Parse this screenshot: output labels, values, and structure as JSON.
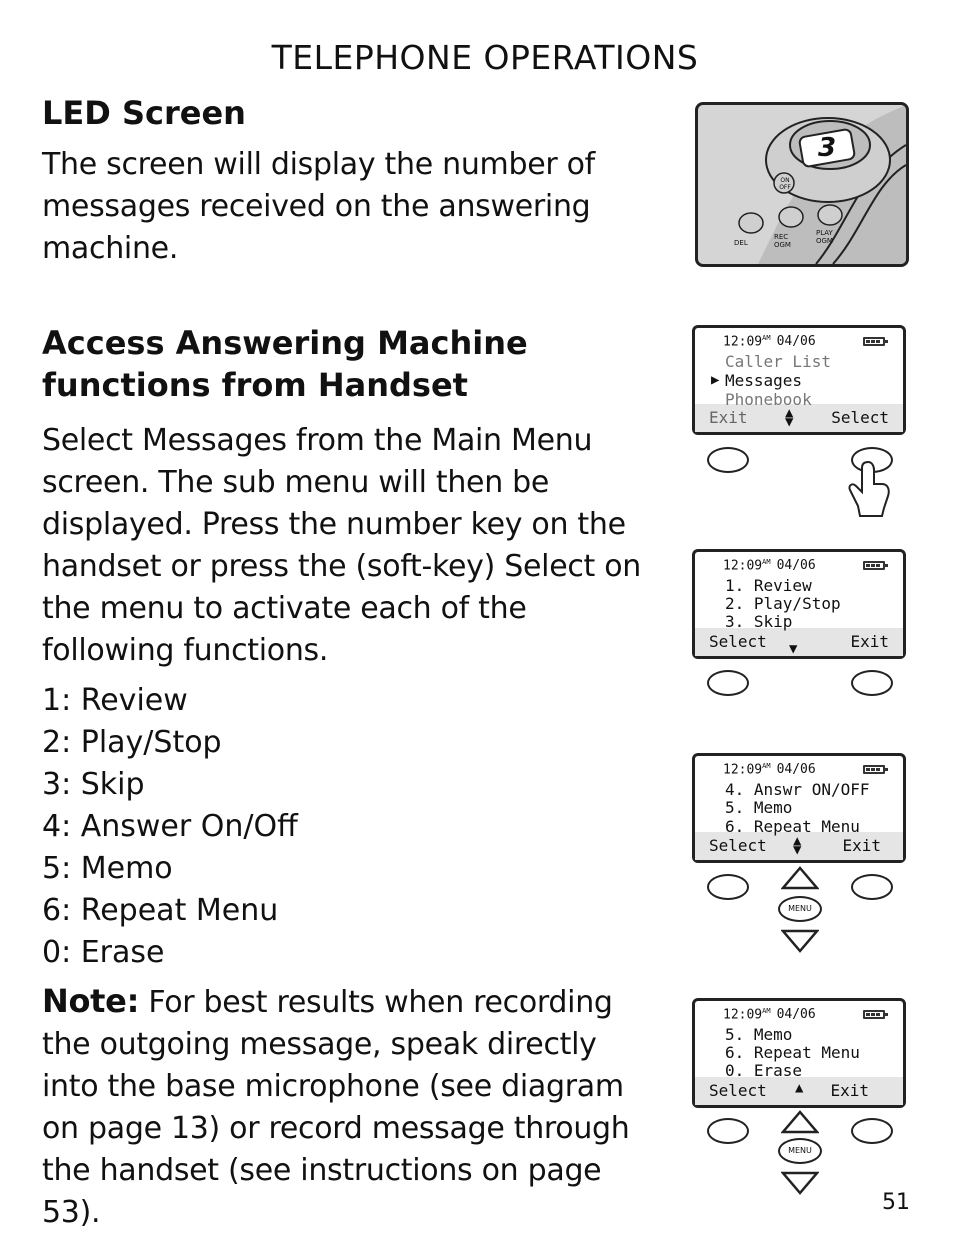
{
  "header": {
    "title": "TELEPHONE OPERATIONS"
  },
  "led_section": {
    "heading": "LED Screen",
    "body": "The screen will display the number of messages received on the answering machine."
  },
  "access_section": {
    "heading_line1": "Access Answering Machine",
    "heading_line2": "functions from Handset",
    "body": "Select Messages from the Main Menu screen. The sub menu will then be displayed. Press the number key on the handset or press the (soft-key) Select on the menu to activate each of the following functions."
  },
  "functions": [
    "1: Review",
    "2: Play/Stop",
    "3: Skip",
    "4: Answer On/Off",
    "5: Memo",
    "6: Repeat Menu",
    "0: Erase"
  ],
  "note": {
    "label": "Note:",
    "text": " For best results when recording the outgoing message, speak directly into the base microphone (see diagram on page 13) or record message through the handset (see instructions on page 53)."
  },
  "page_number": "51",
  "base_panel": {
    "display_digit": "3",
    "on_off_label": "ON OFF",
    "del_label": "DEL",
    "rec_label": "REC",
    "rec_sub": "OGM",
    "play_label": "PLAY",
    "play_sub": "OGM"
  },
  "screens": [
    {
      "time": "12:09",
      "am": "AM",
      "date": "04/06",
      "lines": [
        "Caller List",
        "Messages",
        "Phonebook"
      ],
      "left_soft": "Exit",
      "right_soft": "Select"
    },
    {
      "time": "12:09",
      "am": "AM",
      "date": "04/06",
      "lines": [
        "1. Review",
        "2. Play/Stop",
        "3. Skip"
      ],
      "left_soft": "Select",
      "right_soft": "Exit"
    },
    {
      "time": "12:09",
      "am": "AM",
      "date": "04/06",
      "lines": [
        "4. Answr ON/OFF",
        "5. Memo",
        "6. Repeat Menu"
      ],
      "left_soft": "Select",
      "right_soft": "Exit",
      "menu_label": "MENU"
    },
    {
      "time": "12:09",
      "am": "AM",
      "date": "04/06",
      "lines": [
        "5. Memo",
        "6. Repeat Menu",
        "0. Erase"
      ],
      "left_soft": "Select",
      "right_soft": "Exit",
      "menu_label": "MENU"
    }
  ]
}
